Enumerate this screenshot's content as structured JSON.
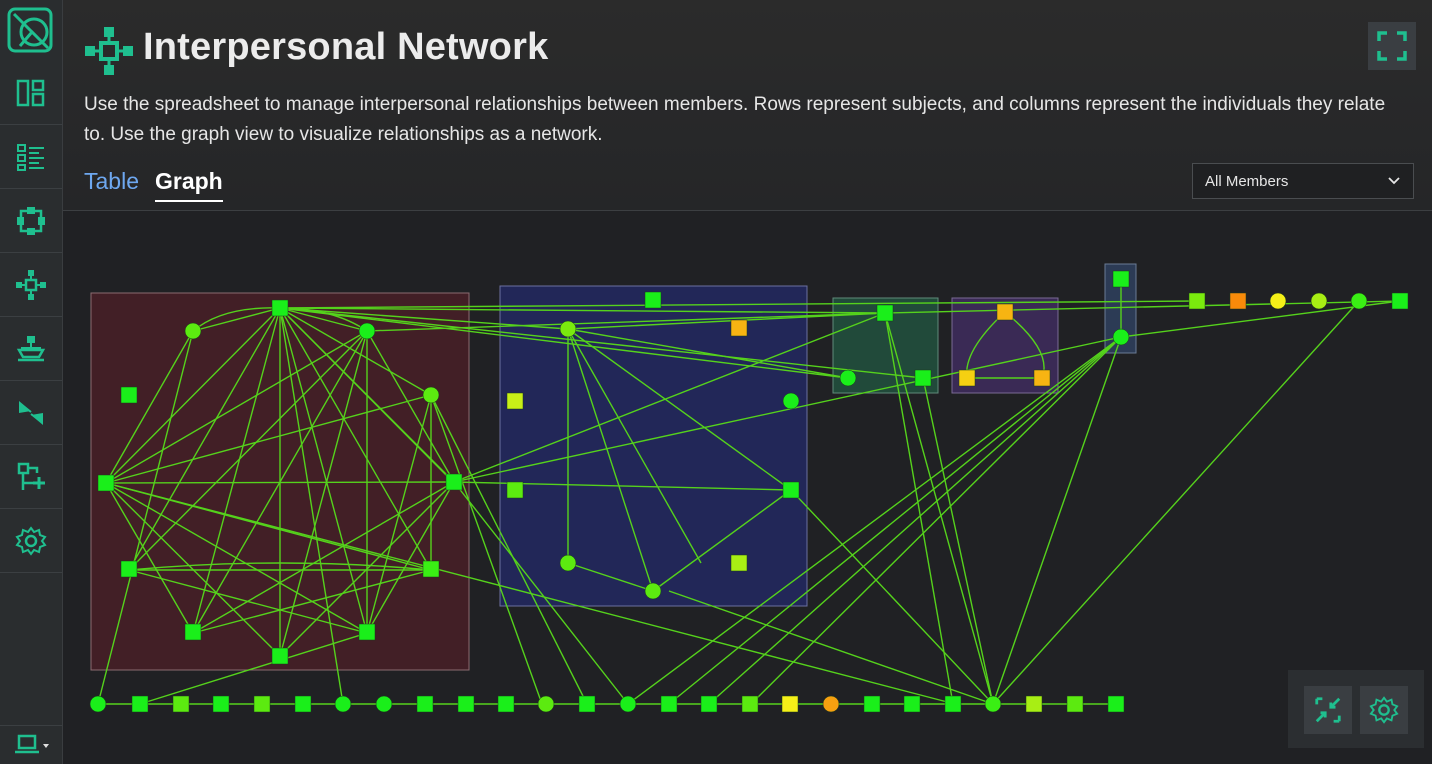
{
  "app": {
    "title": "Interpersonal Network",
    "description": "Use the spreadsheet to manage interpersonal relationships between members. Rows represent subjects, and columns represent the individuals they relate to. Use the graph view to visualize relationships as a network."
  },
  "tabs": [
    {
      "label": "Table",
      "active": false
    },
    {
      "label": "Graph",
      "active": true
    }
  ],
  "member_filter": {
    "selected": "All Members"
  },
  "sidebar": {
    "items": [
      {
        "icon": "dashboard-icon"
      },
      {
        "icon": "list-icon"
      },
      {
        "icon": "group-icon"
      },
      {
        "icon": "network-icon"
      },
      {
        "icon": "sitemap-icon"
      },
      {
        "icon": "merge-icon"
      },
      {
        "icon": "connection-add-icon"
      },
      {
        "icon": "gear-icon"
      }
    ],
    "bottom_icon": "laptop-icon"
  },
  "graph_tools": [
    {
      "icon": "collapse-icon"
    },
    {
      "icon": "gear-icon"
    }
  ],
  "colors": {
    "accent": "#1fbf8f",
    "node_green": "#1aef1a",
    "node_lime": "#7aea0e",
    "node_yellow_green": "#c8ef17",
    "node_yellow": "#f5f018",
    "node_amber": "#f7b412",
    "node_orange": "#f78a0a",
    "edge": "#55d21c",
    "cluster_red": "#421f26",
    "cluster_blue": "#222758",
    "cluster_green": "#214a3a",
    "cluster_purple": "#3a2a55",
    "cluster_slate": "#2c3b55"
  }
}
